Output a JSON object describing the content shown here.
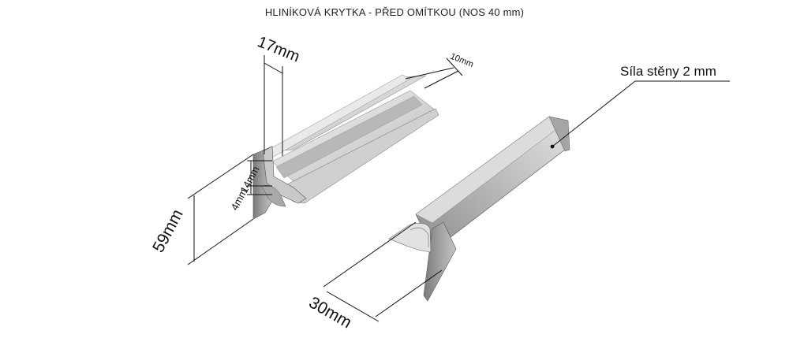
{
  "title": "HLINÍKOVÁ KRYTKA - PŘED OMÍTKOU (NOS 40 mm)",
  "dimensions": {
    "top_width": "17mm",
    "lip_width": "10mm",
    "upper_height": "14mm",
    "lower_height": "4mm",
    "total_height": "59mm",
    "end_depth": "30mm"
  },
  "callout": {
    "wall_thickness": "Síla stěny 2 mm"
  }
}
